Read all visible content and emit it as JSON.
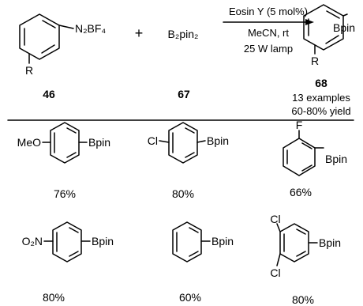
{
  "reaction": {
    "reagent_46_group": "N₂BF₄",
    "reagent_46_substituent": "R",
    "reagent_46_number": "46",
    "plus_sign": "+",
    "reagent_67_formula": "B₂pin₂",
    "reagent_67_number": "67",
    "conditions": [
      "Eosin Y (5 mol%)",
      "MeCN, rt",
      "25 W lamp"
    ],
    "product_group": "Bpin",
    "product_substituent": "R",
    "product_number": "68",
    "summary": [
      "13 examples",
      "60-80% yield"
    ]
  },
  "examples": [
    {
      "substituent": "MeO",
      "group": "Bpin",
      "yield": "76%"
    },
    {
      "substituent": "Cl",
      "group": "Bpin",
      "yield": "80%"
    },
    {
      "substituent": "F",
      "group": "Bpin",
      "yield": "66%"
    },
    {
      "substituent": "O₂N",
      "group": "Bpin",
      "yield": "80%"
    },
    {
      "substituent": "",
      "group": "Bpin",
      "yield": "60%"
    },
    {
      "substituents": [
        "Cl",
        "Cl"
      ],
      "group": "Bpin",
      "yield": "80%"
    }
  ]
}
